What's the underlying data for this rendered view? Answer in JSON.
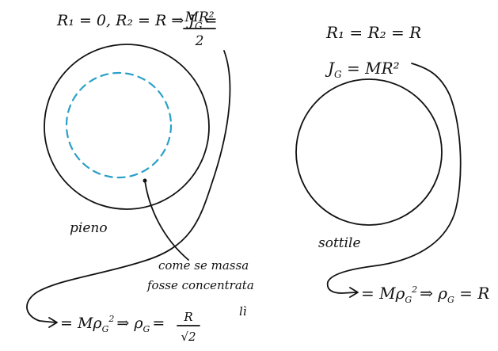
{
  "colors": {
    "ink": "#111111",
    "dashed_circle": "#2aa0c8",
    "background": "#ffffff"
  },
  "left_diagram": {
    "formula_line1": "R₁ = 0, R₂ = R ⇒ J",
    "formula_sub": "G",
    "formula_eq": "=",
    "formula_numerator": "MR²",
    "formula_denominator": "2",
    "label_solid": "pieno",
    "note_line1": "come se massa",
    "note_line2": "fosse concentrata",
    "note_line3": "lì",
    "result_eq": "= Mρ",
    "result_sub": "G",
    "result_sup": "2",
    "result_arrow": "⇒ ρ",
    "result_sub2": "G",
    "result_eq2": "=",
    "result_numerator": "R",
    "result_denominator": "√2"
  },
  "right_diagram": {
    "formula_line1": "R₁ = R₂ = R",
    "formula_line2": "J",
    "formula_sub": "G",
    "formula_rest": " = MR²",
    "label_thin": "sottile",
    "result_eq": "= Mρ",
    "result_sub": "G",
    "result_sup": "2",
    "result_arrow": "⇒ ρ",
    "result_sub2": "G",
    "result_rest": " = R"
  }
}
